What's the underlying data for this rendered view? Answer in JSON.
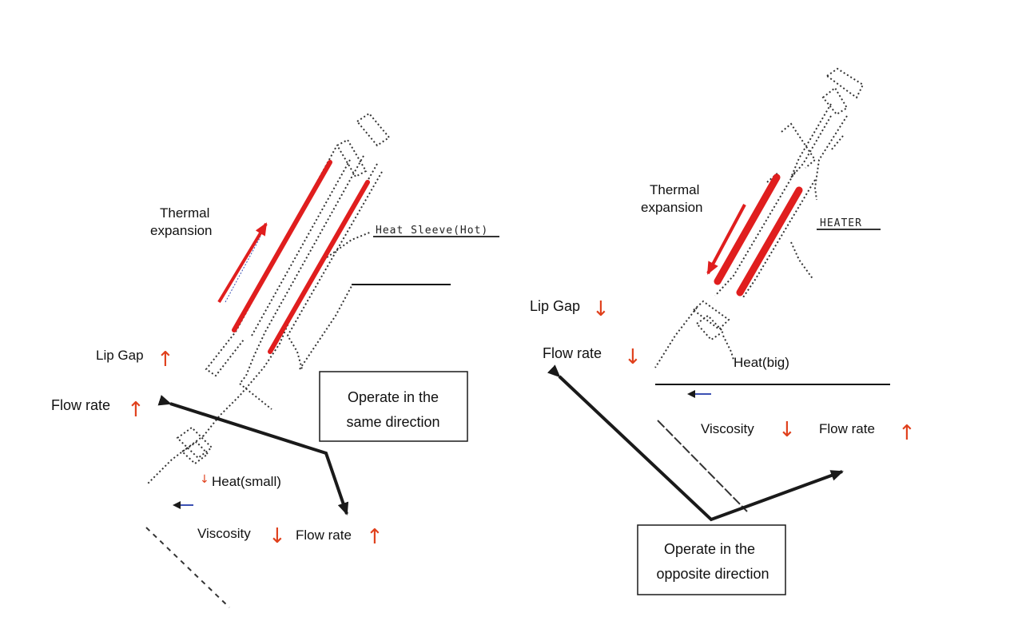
{
  "colors": {
    "up_arrow": "#e0401c",
    "heater": "#e01e1e",
    "flow_arrow": "#1a1a1a",
    "resin_flow": "#3b50b3"
  },
  "left": {
    "thermal_label_line1": "Thermal",
    "thermal_label_line2": "expansion",
    "lip_gap": "Lip Gap",
    "lip_gap_mark": "↑",
    "flow_rate": "Flow rate",
    "flow_rate_mark": "↑",
    "heat": "Heat(small)",
    "heat_mark": "↓",
    "viscosity": "Viscosity",
    "viscosity_mark": "↓",
    "flow_rate_2": "Flow rate",
    "flow_rate_2_mark": "↑",
    "box_line1": "Operate in the",
    "box_line2": "same direction",
    "heater_tag": "Heat Sleeve(Hot)"
  },
  "right": {
    "thermal_label_line1": "Thermal",
    "thermal_label_line2": "expansion",
    "lip_gap": "Lip Gap",
    "lip_gap_mark": "↓",
    "flow_rate": "Flow rate",
    "flow_rate_mark": "↓",
    "heat": "Heat(big)",
    "viscosity": "Viscosity",
    "viscosity_mark": "↓",
    "flow_rate_2": "Flow rate",
    "flow_rate_2_mark": "↑",
    "box_line1": "Operate in the",
    "box_line2": "opposite direction",
    "heater_tag": "HEATER"
  }
}
